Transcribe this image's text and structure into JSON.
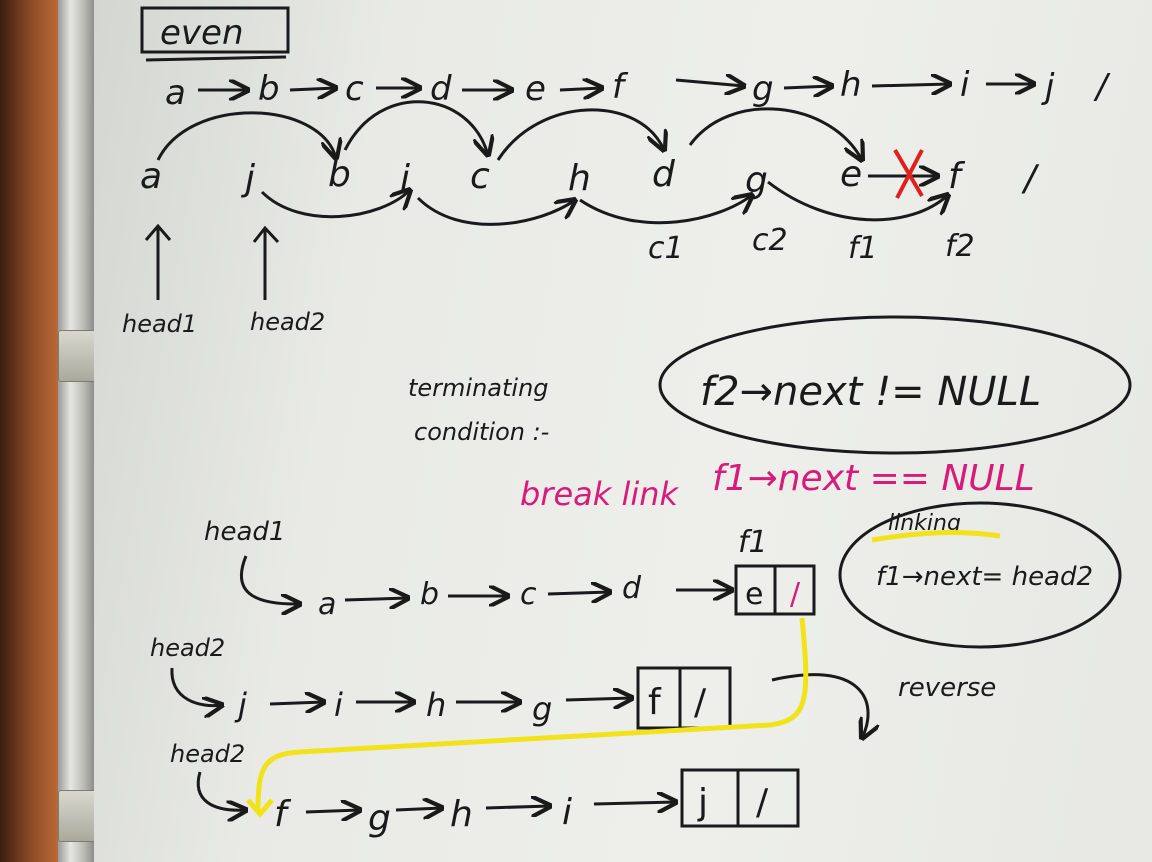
{
  "board": {
    "title": "even",
    "top_sequence": [
      "a",
      "b",
      "c",
      "d",
      "e",
      "f",
      "g",
      "h",
      "i",
      "j",
      "/"
    ],
    "interleaved_nodes": [
      "a",
      "j",
      "b",
      "i",
      "c",
      "h",
      "d",
      "g",
      "e",
      "f",
      "/"
    ],
    "pointer_labels": {
      "c1": "c1",
      "c2": "c2",
      "f1": "f1",
      "f2": "f2"
    },
    "head_labels": {
      "head1": "head1",
      "head2": "head2"
    },
    "terminating_label_line1": "terminating",
    "terminating_label_line2": "condition :-",
    "condition": "f2→next != NULL",
    "break_link": "break link",
    "break_link_code": "f1→next == NULL",
    "list1": {
      "head": "head1",
      "nodes": [
        "a",
        "b",
        "c",
        "d"
      ],
      "tail_box": [
        "e",
        "/"
      ],
      "tail_label": "f1"
    },
    "linking_title": "linking",
    "linking_code": "f1→next= head2",
    "list2": {
      "head": "head2",
      "nodes": [
        "j",
        "i",
        "h",
        "g"
      ],
      "tail_box": [
        "f",
        "/"
      ]
    },
    "reverse_label": "reverse",
    "list3": {
      "head": "head2",
      "nodes": [
        "f",
        "g",
        "h",
        "i"
      ],
      "tail_box": [
        "j",
        "/"
      ]
    },
    "colors": {
      "ink": "#1a1a1a",
      "magenta": "#d81b7a",
      "yellow": "#f2e21a",
      "red": "#e0201c"
    }
  }
}
